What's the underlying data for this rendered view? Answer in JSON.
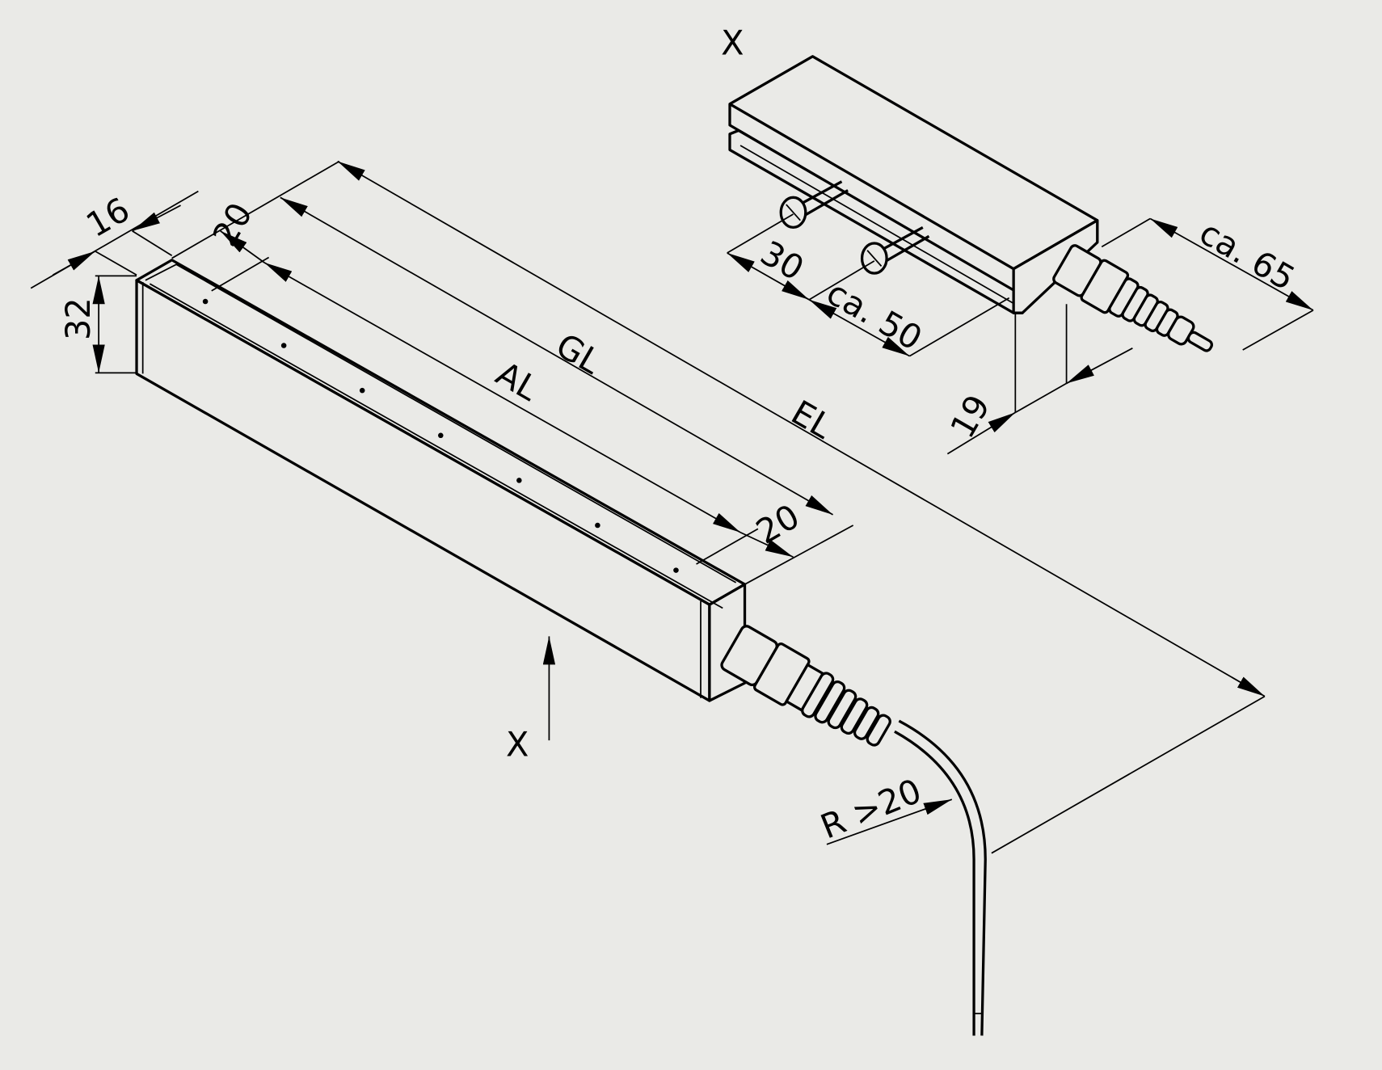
{
  "labels": {
    "view_x_main": "X",
    "view_x_detail": "X",
    "dim_width": "16",
    "dim_height": "32",
    "dim_offset_left": "20",
    "dim_offset_right": "20",
    "dim_gl": "GL",
    "dim_al": "AL",
    "dim_el": "EL",
    "dim_radius": "R >20",
    "dim_30": "30",
    "dim_ca50": "ca. 50",
    "dim_ca65": "ca. 65",
    "dim_19": "19"
  },
  "colors": {
    "background": "#eaeae7",
    "line": "#000000"
  }
}
